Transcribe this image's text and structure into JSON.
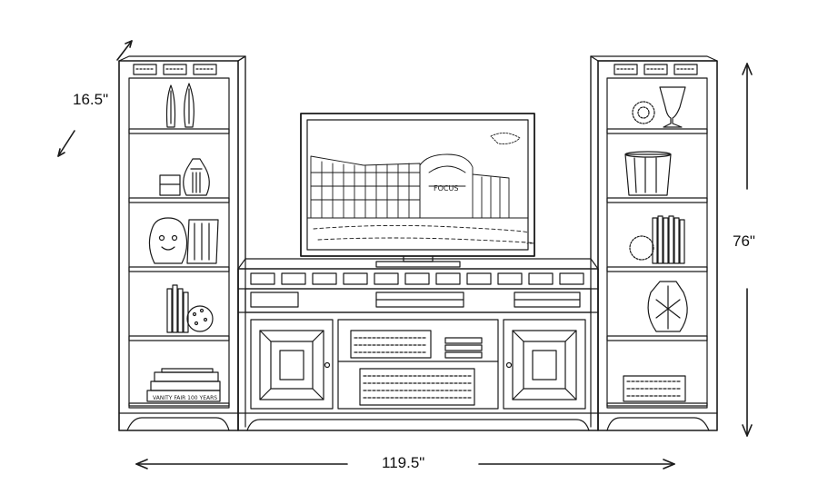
{
  "dimensions": {
    "depth": "16.5\"",
    "height": "76\"",
    "width": "119.5\""
  },
  "tv_screen": {
    "building_sign": "FOCUS"
  },
  "books": {
    "left_bottom_spine": "VANITY FAIR 100 YEARS"
  },
  "colors": {
    "line": "#1a1a1a",
    "background": "#ffffff"
  }
}
